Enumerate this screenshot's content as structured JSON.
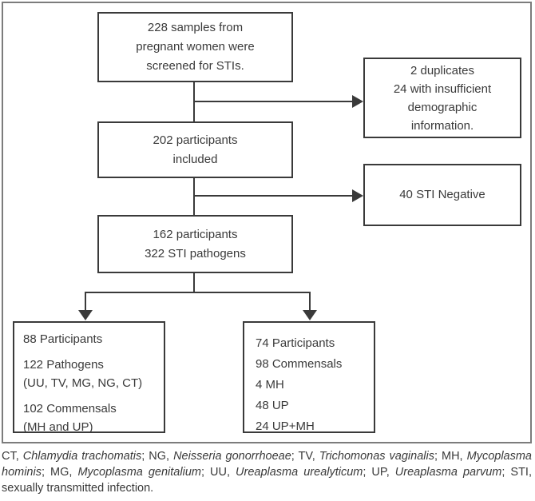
{
  "figure": {
    "boxes": {
      "samples": {
        "lines": [
          "228 samples from",
          "pregnant women were",
          "screened for STIs."
        ]
      },
      "excluded": {
        "lines": [
          "2 duplicates",
          "24 with insufficient",
          "demographic",
          "information."
        ]
      },
      "included": {
        "lines": [
          "202 participants",
          "included"
        ]
      },
      "negative": {
        "lines": [
          "40 STI Negative"
        ]
      },
      "positive": {
        "lines": [
          "162 participants",
          "322 STI pathogens"
        ]
      },
      "pathogens": {
        "lines": [
          "88 Participants",
          "122 Pathogens",
          "(UU, TV, MG, NG, CT)",
          "102 Commensals",
          "(MH and UP)"
        ]
      },
      "commensals": {
        "lines": [
          "74 Participants",
          "98 Commensals",
          "4 MH",
          "48 UP",
          "24 UP+MH"
        ]
      }
    },
    "footnote": {
      "segments": [
        {
          "text": "CT, ",
          "italic": false
        },
        {
          "text": "Chlamydia trachomatis",
          "italic": true
        },
        {
          "text": "; NG, ",
          "italic": false
        },
        {
          "text": "Neisseria gonorrhoeae",
          "italic": true
        },
        {
          "text": "; TV, ",
          "italic": false
        },
        {
          "text": "Trichomonas vaginalis",
          "italic": true
        },
        {
          "text": "; MH, ",
          "italic": false
        },
        {
          "text": "Mycoplasma hominis",
          "italic": true
        },
        {
          "text": "; MG, ",
          "italic": false
        },
        {
          "text": "Mycoplasma genitalium",
          "italic": true
        },
        {
          "text": "; UU, ",
          "italic": false
        },
        {
          "text": "Ureaplasma urealyticum",
          "italic": true
        },
        {
          "text": "; UP, ",
          "italic": false
        },
        {
          "text": "Ureaplasma parvum",
          "italic": true
        },
        {
          "text": "; STI, sexually transmitted infection.",
          "italic": false
        }
      ]
    },
    "colors": {
      "ink": "#3a3a3a",
      "frame_border": "#7c7c7c",
      "background": "#ffffff"
    }
  }
}
